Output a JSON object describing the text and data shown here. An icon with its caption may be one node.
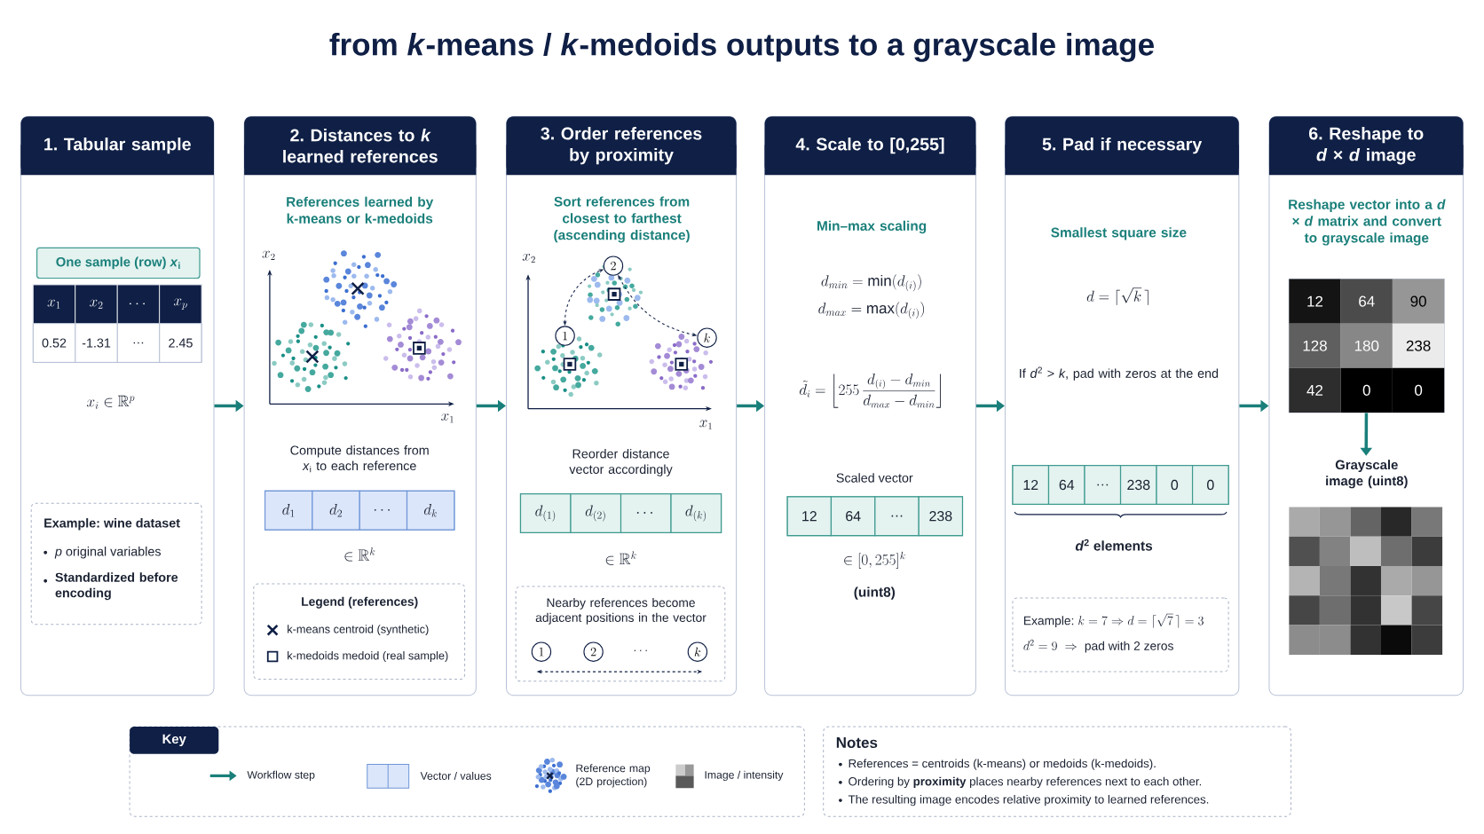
{
  "diagram": {
    "title": "from *k*-means / *k*-medoids outputs to a grayscale image",
    "nodes": [
      {
        "text": [
          "1. Tabular sample",
          "x_i \\in \\mathbb{R}^p"
        ]
      },
      {
        "text": [
          "One sample (row) *x*$_{i}$"
        ],
        "in": 0
      },
      {
        "text": [
          "x_1",
          "x_2",
          "\\cdots",
          "x_p",
          "0.52",
          "-1.31",
          "…",
          "2.45"
        ],
        "in": 0
      },
      {
        "text": [
          "Example: wine dataset",
          "*p* original variables",
          "Standardized before encoding"
        ],
        "in": 0
      },
      {
        "text": [
          "2. Distances to *k* learned references",
          "References learned by k-means or k-medoids",
          "x_2",
          "x_1",
          "Compute distances from *x*$_{i}$ to each reference",
          "\\in \\mathbb{R}^k"
        ]
      },
      {
        "text": [
          "d_1",
          "d_2",
          "\\cdots",
          "d_k"
        ],
        "in": 4
      },
      {
        "text": [
          "Legend (references)",
          "k-means centroid (synthetic)",
          "k-medoids medoid (real sample)"
        ],
        "in": 4
      },
      {
        "text": [
          "3. Order references by proximity",
          "Sort references from closest to farthest (ascending distance)",
          "x_2",
          "x_1",
          "Reorder distance vector accordingly",
          "\\in \\mathbb{R}^k"
        ]
      },
      {
        "text": [
          "1"
        ],
        "in": 7
      },
      {
        "text": [
          "2"
        ],
        "in": 7
      },
      {
        "text": [
          "k"
        ],
        "in": 7
      },
      {
        "text": [
          "d_{(1)}",
          "d_{(2)}",
          "\\cdots",
          "d_{(k)}"
        ],
        "in": 7
      },
      {
        "text": [
          "Nearby references become adjacent positions in the vector",
          "\\cdots"
        ],
        "in": 7
      },
      {
        "text": [
          "1"
        ],
        "in": 12
      },
      {
        "text": [
          "2"
        ],
        "in": 12
      },
      {
        "text": [
          "k"
        ],
        "in": 12
      },
      {
        "text": [
          "4. Scale to [0,255]",
          "Min–max scaling",
          "d_{min} = \\min(d_{(i)})",
          "d_{max} = \\max(d_{(i)})",
          "\\tilde{d}_i = \\left\\lfloor 255\\,\\frac{d_{(i)} - d_{min}}{d_{max} - d_{min}} \\right\\rfloor",
          "Scaled vector",
          "\\in [0, 255]^k",
          "(uint8)"
        ]
      },
      {
        "text": [
          "12",
          "64",
          "…",
          "238"
        ],
        "in": 16
      },
      {
        "text": [
          "5. Pad if necessary",
          "Smallest square size",
          "d = \\lceil \\sqrt{k}\\, \\rceil",
          "If *d*$^{2}$ > *k*, pad with zeros at the end",
          "*d*$^{2}$ elements"
        ]
      },
      {
        "text": [
          "12",
          "64",
          "…",
          "238",
          "0",
          "0"
        ],
        "in": 18
      },
      {
        "text": [
          "\\text{Example: } k = 7 \\Rightarrow d = \\lceil \\sqrt{7}\\, \\rceil = 3",
          "d^2 = 9 \\;\\Rightarrow\\; \\text{pad with 2 zeros}"
        ],
        "in": 18
      },
      {
        "text": [
          "6. Reshape to *d* × *d* image",
          "Reshape vector into a *d* × *d* matrix and convert to grayscale image"
        ]
      },
      {
        "text": [
          "12",
          "64",
          "90",
          "128",
          "180",
          "238",
          "42",
          "0",
          "0"
        ],
        "in": 21
      },
      {
        "text": [
          "Grayscale image (uint8)"
        ],
        "in": 21
      },
      {
        "text": [
          "Key"
        ]
      },
      {
        "text": [
          "Notes",
          "References = centroids (k-means) or medoids (k-medoids).",
          "Ordering by **proximity** places nearby references next to each other.",
          "The resulting image encodes relative proximity to learned references."
        ]
      }
    ],
    "edges": [
      {
        "from": 0,
        "to": 4,
        "arrow": "to"
      },
      {
        "from": 4,
        "to": 7,
        "arrow": "to"
      },
      {
        "from": 7,
        "to": 16,
        "arrow": "to"
      },
      {
        "from": 16,
        "to": 18,
        "arrow": "to"
      },
      {
        "from": 18,
        "to": 21,
        "arrow": "to"
      },
      {
        "from": 22,
        "to": 23,
        "arrow": "to"
      },
      {
        "from": 8,
        "to": 9,
        "arrow": "both",
        "style": "dashed",
        "color": "#1b2a4e"
      },
      {
        "from": 9,
        "to": 10,
        "arrow": "both",
        "style": "dashed",
        "color": "#1b2a4e"
      }
    ],
    "legend": [
      {
        "text": "Workflow step"
      },
      {
        "text": "Vector / values"
      },
      {
        "text": "Reference map (2D projection)"
      },
      {
        "text": "Image / intensity"
      }
    ]
  }
}
